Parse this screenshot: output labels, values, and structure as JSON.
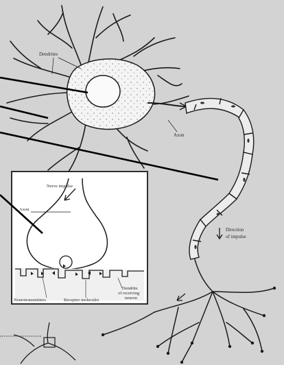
{
  "labels": {
    "dendrites": "Dendrites",
    "axon": "Axon",
    "direction_line1": "Direction",
    "direction_line2": "of impulse",
    "inset_nerve_impulse": "Nerve impulse",
    "inset_axon": "Axon",
    "inset_neurotransmitters": "Neurotransmitters",
    "inset_receptor_molecules": "Receptor molecules",
    "inset_dendrite_line1": "Dendrite",
    "inset_dendrite_line2": "of receiving",
    "inset_dendrite_line3": "neuron"
  },
  "colors": {
    "background": "#d3d3d3",
    "ink": "#1a1a1a",
    "cell_fill": "#f4f4f4",
    "inset_fill": "#ffffff",
    "pointer_line": "#000000"
  }
}
